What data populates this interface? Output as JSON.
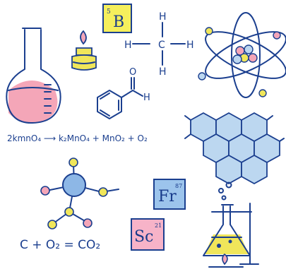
{
  "elements": {
    "boron": {
      "symbol": "B",
      "number": "5",
      "color": "#f5ef5c"
    },
    "francium": {
      "symbol": "Fr",
      "number": "87",
      "color": "#9cc4ec"
    },
    "scandium": {
      "symbol": "Sc",
      "number": "21",
      "color": "#f7b3c8"
    }
  },
  "methane": {
    "c": "C",
    "h_top": "H",
    "h_bottom": "H",
    "h_left": "H",
    "h_right": "H"
  },
  "benzaldehyde": {
    "o": "O",
    "h": "H"
  },
  "equations": {
    "permanganate": "2kmnO₄ ⟶ k₂MnO₄ + MnO₂ + O₂",
    "carbon": "C + O₂ = CO₂"
  },
  "colors": {
    "ink": "#1b3f8f",
    "flask_liquid": "#f4a6b8",
    "lab_liquid": "#f0e65a",
    "hex_fill": "#bcd7f0"
  }
}
